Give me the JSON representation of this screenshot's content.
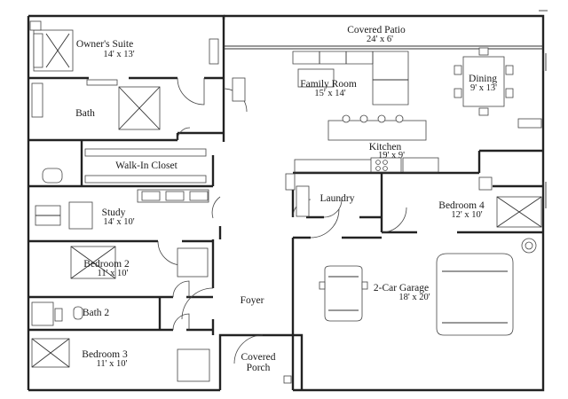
{
  "rooms": {
    "owners_suite": {
      "name": "Owner's Suite",
      "size": "14' x 13'"
    },
    "bath": {
      "name": "Bath"
    },
    "walk_in_closet": {
      "name": "Walk-In Closet"
    },
    "study": {
      "name": "Study",
      "size": "14' x 10'"
    },
    "bedroom2": {
      "name": "Bedroom 2",
      "size": "11' x 10'"
    },
    "bath2": {
      "name": "Bath 2"
    },
    "bedroom3": {
      "name": "Bedroom 3",
      "size": "11' x 10'"
    },
    "covered_patio": {
      "name": "Covered Patio",
      "size": "24' x 6'"
    },
    "family_room": {
      "name": "Family Room",
      "size": "15' x 14'"
    },
    "dining": {
      "name": "Dining",
      "size": "9' x 13'"
    },
    "kitchen": {
      "name": "Kitchen",
      "size": "19' x 9'"
    },
    "laundry": {
      "name": "Laundry"
    },
    "bedroom4": {
      "name": "Bedroom 4",
      "size": "12' x 10'"
    },
    "garage": {
      "name": "2-Car Garage",
      "size": "18' x 20'"
    },
    "foyer": {
      "name": "Foyer"
    },
    "covered_porch": {
      "name": "Covered",
      "name_line2": "Porch"
    }
  }
}
